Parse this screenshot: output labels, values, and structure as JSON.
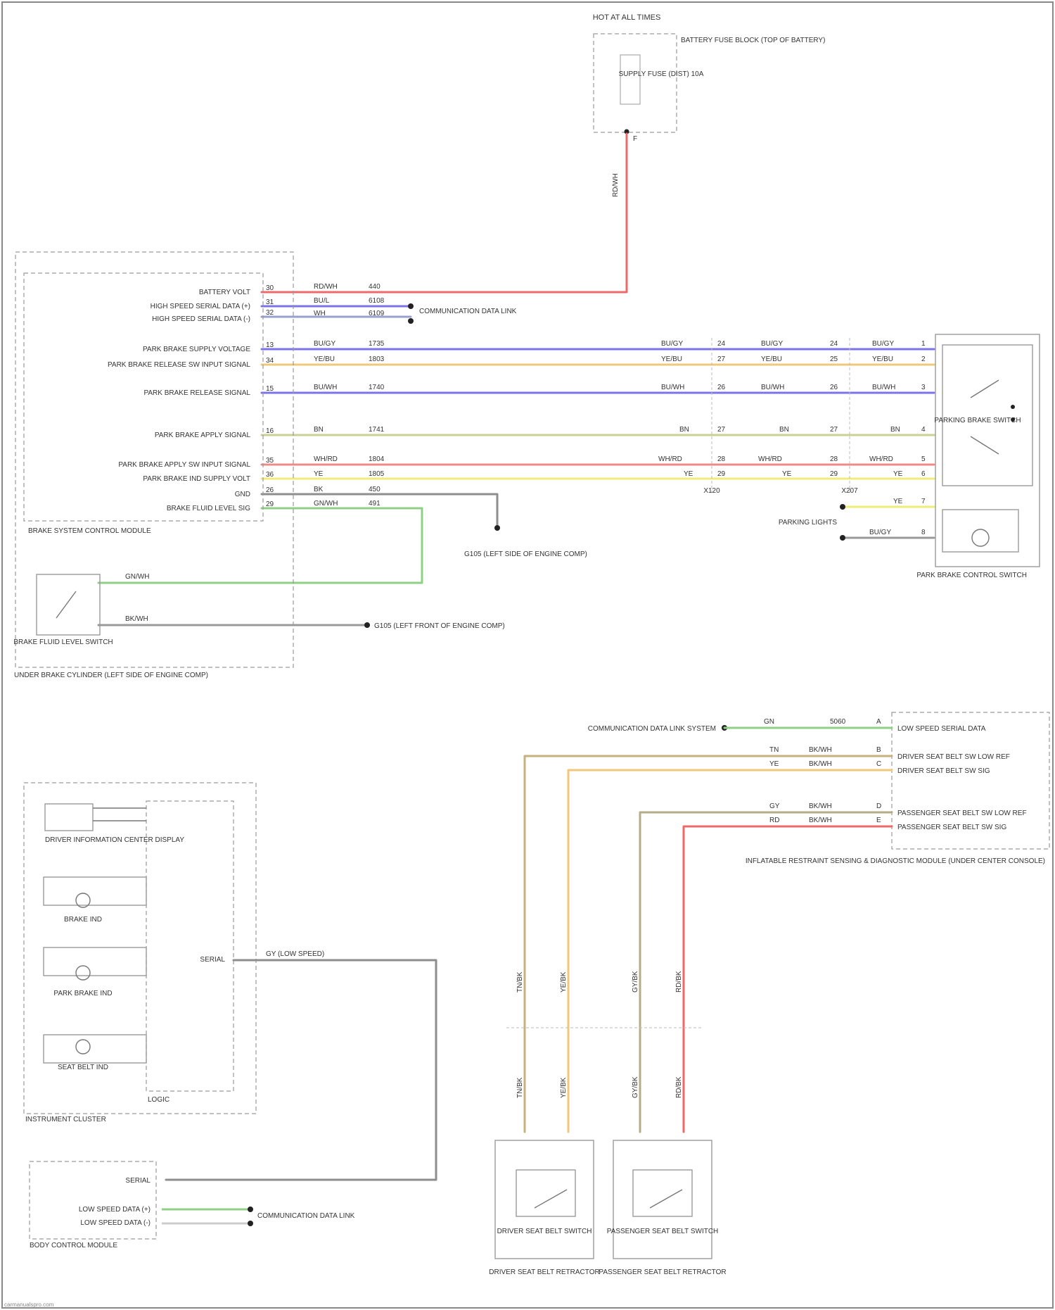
{
  "colors": {
    "red": "#ee6a6a",
    "blue": "#7b74e8",
    "orange": "#f1c878",
    "yellow": "#f0ec7a",
    "green": "#8fd184",
    "gray": "#8e8e8e",
    "tan": "#c7b27d",
    "pink": "#f08a8a",
    "olive": "#c9cf95"
  },
  "fuse_box": {
    "title": "HOT AT ALL TIMES",
    "fuse_label": "SUPPLY FUSE (DIST) 10A",
    "side_label": "BATTERY FUSE BLOCK (TOP OF BATTERY)",
    "pin": "F",
    "wire_code": "RD/WH"
  },
  "ebcm": {
    "title": "BRAKE SYSTEM CONTROL MODULE",
    "outer_label": "UNDER BRAKE CYLINDER (LEFT SIDE OF ENGINE COMP)",
    "inputs": [
      {
        "label": "BATTERY VOLT",
        "pin": "30",
        "wire": "RD/WH",
        "circuit": "440"
      },
      {
        "label": "HIGH SPEED SERIAL DATA (+)",
        "pin": "31",
        "wire": "BU/L",
        "circuit": "6108"
      },
      {
        "label": "HIGH SPEED SERIAL DATA (-)",
        "pin": "32",
        "wire": "WH",
        "circuit": "6109"
      },
      {
        "label": "PARK BRAKE SUPPLY VOLTAGE",
        "pin": "13",
        "wire": "BU/GY",
        "circuit": "1735"
      },
      {
        "label": "PARK BRAKE RELEASE SW INPUT SIGNAL",
        "pin": "34",
        "wire": "YE/BU",
        "circuit": "1803"
      },
      {
        "label": "PARK BRAKE RELEASE SIGNAL",
        "pin": "15",
        "wire": "BU/WH",
        "circuit": "1740"
      },
      {
        "label": "PARK BRAKE APPLY SIGNAL",
        "pin": "16",
        "wire": "BN",
        "circuit": "1741"
      },
      {
        "label": "PARK BRAKE APPLY SW INPUT SIGNAL",
        "pin": "35",
        "wire": "WH/RD",
        "circuit": "1804"
      },
      {
        "label": "PARK BRAKE IND SUPPLY VOLT",
        "pin": "36",
        "wire": "YE",
        "circuit": "1805"
      },
      {
        "label": "GND",
        "pin": "26",
        "wire": "BK",
        "circuit": "450"
      },
      {
        "label": "BRAKE FLUID LEVEL SIG",
        "pin": "29",
        "wire": "GN/WH",
        "circuit": "491"
      }
    ],
    "data_link_dest": "COMMUNICATION DATA LINK",
    "ground_label": "G105 (LEFT SIDE OF ENGINE COMP)"
  },
  "park_brake": {
    "title": "PARK BRAKE CONTROL SWITCH",
    "switch_label": "PARKING BRAKE SWITCH",
    "illum_label": "PARKING LIGHTS",
    "connector_mid1": "X120",
    "connector_mid2": "X207",
    "mid_wires": [
      {
        "w1": "BU/GY",
        "p1": "24",
        "w2": "BU/GY",
        "p2": "24",
        "w3": "BU/GY",
        "pin": "1"
      },
      {
        "w1": "YE/BU",
        "p1": "27",
        "w2": "YE/BU",
        "p2": "25",
        "w3": "YE/BU",
        "pin": "2"
      },
      {
        "w1": "BU/WH",
        "p1": "26",
        "w2": "BU/WH",
        "p2": "26",
        "w3": "BU/WH",
        "pin": "3"
      },
      {
        "w1": "BN",
        "p1": "27",
        "w2": "BN",
        "p2": "27",
        "w3": "BN",
        "pin": "4"
      },
      {
        "w1": "WH/RD",
        "p1": "28",
        "w2": "WH/RD",
        "p2": "28",
        "w3": "WH/RD",
        "pin": "5"
      },
      {
        "w1": "YE",
        "p1": "29",
        "w2": "YE",
        "p2": "29",
        "w3": "YE",
        "pin": "6"
      }
    ],
    "lamp_wires": [
      {
        "wire": "YE",
        "pin": "7"
      },
      {
        "wire": "BU/GY",
        "pin": "8"
      }
    ]
  },
  "fluid_switch": {
    "title": "BRAKE FLUID LEVEL SWITCH",
    "wire_top": "GN/WH",
    "wire_bottom": "BK/WH",
    "ground_label": "G105 (LEFT FRONT OF ENGINE COMP)"
  },
  "cluster": {
    "title": "INSTRUMENT CLUSTER",
    "inner_label": "LOGIC",
    "items": [
      "DRIVER INFORMATION CENTER DISPLAY",
      "BRAKE IND",
      "PARK BRAKE IND",
      "SEAT BELT IND"
    ],
    "serial_label": "SERIAL",
    "serial_wire": "GY (LOW SPEED)"
  },
  "bcm": {
    "title": "BODY CONTROL MODULE",
    "lines": [
      "SERIAL",
      "LOW SPEED DATA (+)",
      "LOW SPEED DATA (-)"
    ],
    "dest": "COMMUNICATION DATA LINK"
  },
  "occupancy": {
    "title": "INFLATABLE RESTRAINT SENSING & DIAGNOSTIC MODULE (UNDER CENTER CONSOLE)",
    "comm_label": "COMMUNICATION DATA LINK SYSTEM",
    "inputs": [
      {
        "label": "LOW SPEED SERIAL DATA",
        "wire": "GN",
        "circuit": "5060",
        "pin": "A"
      },
      {
        "label": "DRIVER SEAT BELT SW LOW REF",
        "wire": "TN",
        "circuit": "BK/WH",
        "pin": "B"
      },
      {
        "label": "DRIVER SEAT BELT SW SIG",
        "wire": "YE",
        "circuit": "BK/WH",
        "pin": "C"
      },
      {
        "label": "PASSENGER SEAT BELT SW LOW REF",
        "wire": "GY",
        "circuit": "BK/WH",
        "pin": "D"
      },
      {
        "label": "PASSENGER SEAT BELT SW SIG",
        "wire": "RD",
        "circuit": "BK/WH",
        "pin": "E"
      }
    ],
    "connector_codes": [
      "TN/BK",
      "YE/BK",
      "GY/BK",
      "RD/BK"
    ]
  },
  "driver_belt": {
    "title": "DRIVER SEAT BELT SWITCH",
    "sub": "DRIVER SEAT BELT RETRACTOR"
  },
  "passenger_belt": {
    "title": "PASSENGER SEAT BELT SWITCH",
    "sub": "PASSENGER SEAT BELT RETRACTOR"
  },
  "footer": "carmanualspro.com"
}
